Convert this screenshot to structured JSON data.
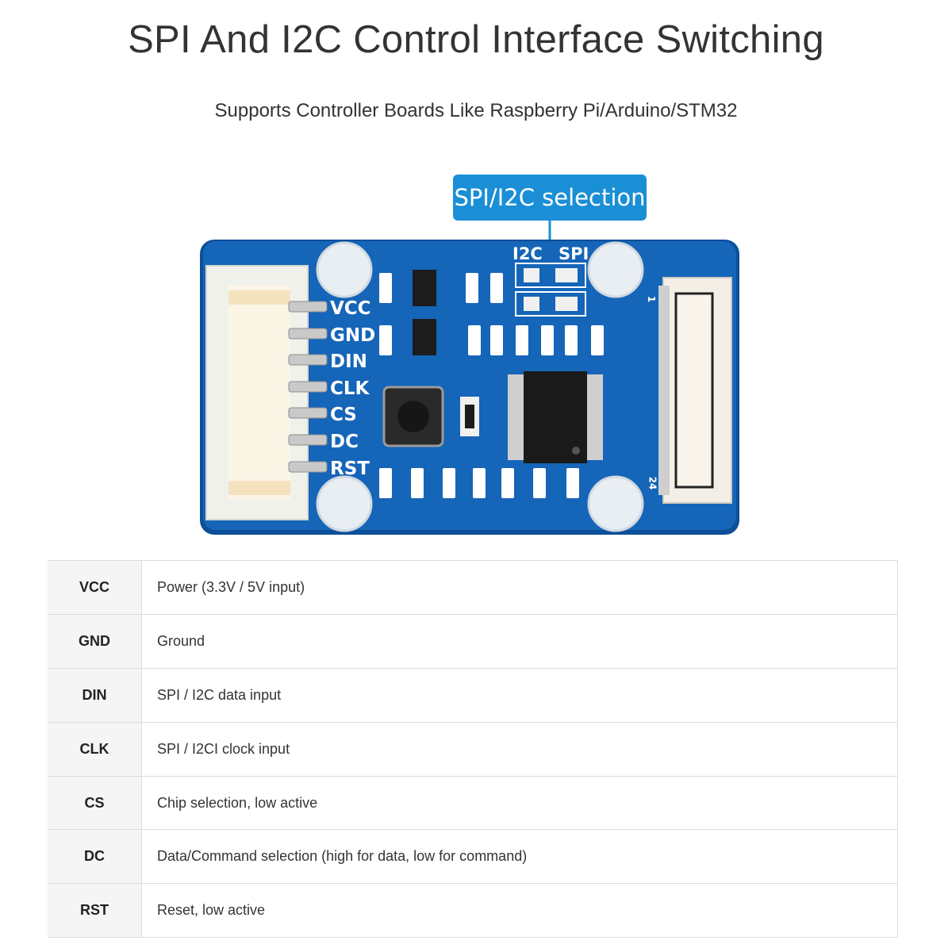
{
  "header": {
    "title": "SPI And I2C Control Interface Switching",
    "subtitle": "Supports Controller Boards Like Raspberry Pi/Arduino/STM32"
  },
  "board": {
    "selection_label": "SPI/I2C selection",
    "switch_labels": {
      "i2c": "I2C",
      "spi": "SPI"
    },
    "pins": [
      "VCC",
      "GND",
      "DIN",
      "CLK",
      "CS",
      "DC",
      "RST"
    ],
    "fpc_pin_first": "1",
    "fpc_pin_last": "24",
    "colors": {
      "pcb": "#1565b8",
      "pcb_edge": "#0d4f99",
      "callout": "#1a8fd6"
    }
  },
  "pin_table": {
    "rows": [
      {
        "pin": "VCC",
        "description": "Power (3.3V / 5V input)"
      },
      {
        "pin": "GND",
        "description": "Ground"
      },
      {
        "pin": "DIN",
        "description": "SPI / I2C data input"
      },
      {
        "pin": "CLK",
        "description": "SPI / I2CI clock input"
      },
      {
        "pin": "CS",
        "description": "Chip selection, low active"
      },
      {
        "pin": "DC",
        "description": "Data/Command selection (high for data, low for command)"
      },
      {
        "pin": "RST",
        "description": "Reset, low active"
      }
    ]
  }
}
